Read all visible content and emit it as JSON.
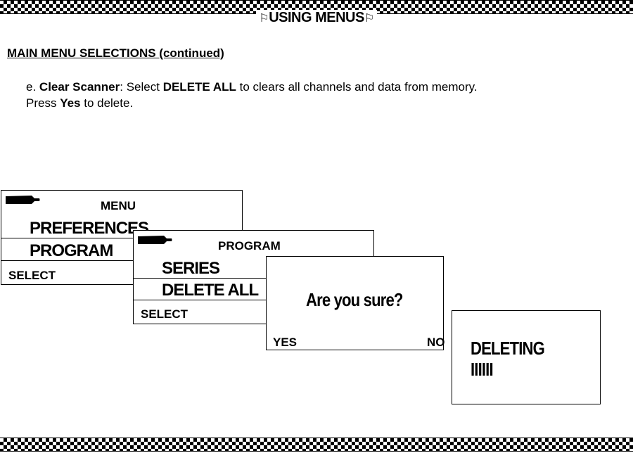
{
  "header": {
    "flag_left": "⚐",
    "title": "USING MENUS",
    "flag_right": "⚐"
  },
  "section": {
    "heading": "MAIN MENU SELECTIONS (continued)"
  },
  "instructions": {
    "item_letter": "e.",
    "item_name": "Clear Scanner",
    "text_1": ": Select ",
    "option": "DELETE ALL",
    "text_2": " to clears all channels and data from memory.",
    "text_3": "Press ",
    "confirm_key": "Yes",
    "text_4": " to delete."
  },
  "screens": {
    "menu": {
      "title": "MENU",
      "items": [
        "PREFERENCES",
        "PROGRAM"
      ],
      "select_label": "SELECT"
    },
    "program": {
      "title": "PROGRAM",
      "items": [
        "SERIES",
        "DELETE ALL"
      ],
      "select_label": "SELECT"
    },
    "confirm": {
      "question": "Are you sure?",
      "yes_label": "YES",
      "no_label": "NO"
    },
    "deleting": {
      "status": "DELETING",
      "progress_bars": "IIIIII"
    }
  }
}
